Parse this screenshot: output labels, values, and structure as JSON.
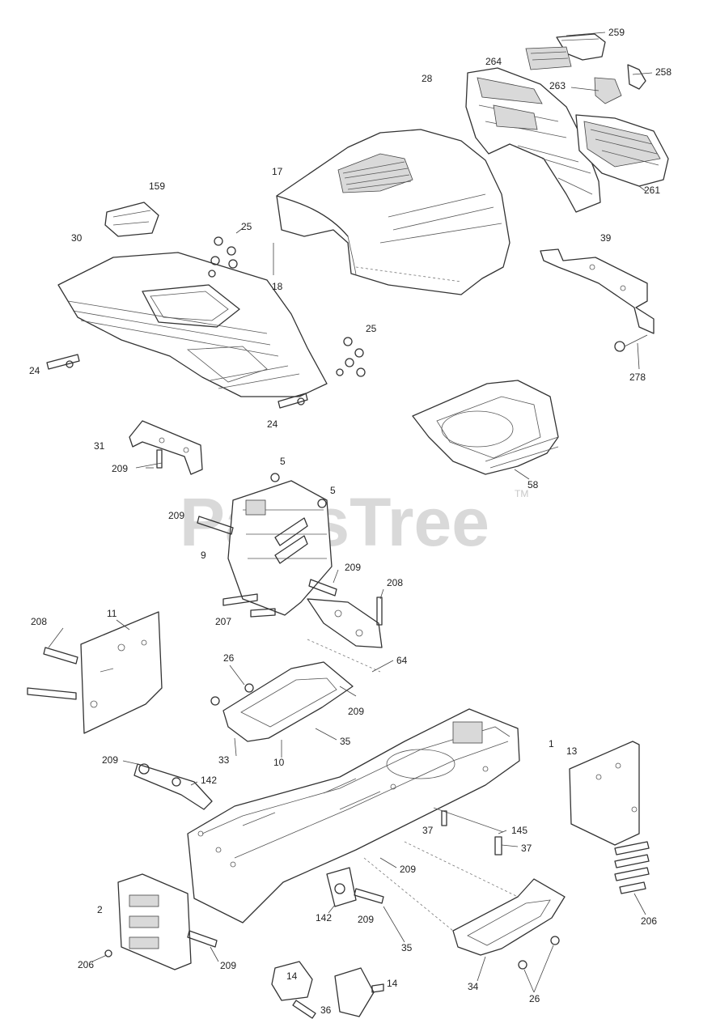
{
  "watermark": {
    "text": "PartsTree",
    "trademark": "TM"
  },
  "callouts": [
    {
      "id": "c259",
      "label": "259"
    },
    {
      "id": "c264",
      "label": "264"
    },
    {
      "id": "c258",
      "label": "258"
    },
    {
      "id": "c28",
      "label": "28"
    },
    {
      "id": "c263",
      "label": "263"
    },
    {
      "id": "c261",
      "label": "261"
    },
    {
      "id": "c17",
      "label": "17"
    },
    {
      "id": "c159",
      "label": "159"
    },
    {
      "id": "c30",
      "label": "30"
    },
    {
      "id": "c25a",
      "label": "25"
    },
    {
      "id": "c18",
      "label": "18"
    },
    {
      "id": "c39",
      "label": "39"
    },
    {
      "id": "c278",
      "label": "278"
    },
    {
      "id": "c24a",
      "label": "24"
    },
    {
      "id": "c25b",
      "label": "25"
    },
    {
      "id": "c24b",
      "label": "24"
    },
    {
      "id": "c31",
      "label": "31"
    },
    {
      "id": "c209a",
      "label": "209"
    },
    {
      "id": "c58",
      "label": "58"
    },
    {
      "id": "c5a",
      "label": "5"
    },
    {
      "id": "c5b",
      "label": "5"
    },
    {
      "id": "c209b",
      "label": "209"
    },
    {
      "id": "c9",
      "label": "9"
    },
    {
      "id": "c209c",
      "label": "209"
    },
    {
      "id": "c208a",
      "label": "208"
    },
    {
      "id": "c207",
      "label": "207"
    },
    {
      "id": "c208b",
      "label": "208"
    },
    {
      "id": "c11",
      "label": "11"
    },
    {
      "id": "c64",
      "label": "64"
    },
    {
      "id": "c26a",
      "label": "26"
    },
    {
      "id": "c209d",
      "label": "209"
    },
    {
      "id": "c35a",
      "label": "35"
    },
    {
      "id": "c33",
      "label": "33"
    },
    {
      "id": "c10",
      "label": "10"
    },
    {
      "id": "c1",
      "label": "1"
    },
    {
      "id": "c13",
      "label": "13"
    },
    {
      "id": "c209e",
      "label": "209"
    },
    {
      "id": "c142a",
      "label": "142"
    },
    {
      "id": "c145",
      "label": "145"
    },
    {
      "id": "c37a",
      "label": "37"
    },
    {
      "id": "c37b",
      "label": "37"
    },
    {
      "id": "c209f",
      "label": "209"
    },
    {
      "id": "c2",
      "label": "2"
    },
    {
      "id": "c142b",
      "label": "142"
    },
    {
      "id": "c209g",
      "label": "209"
    },
    {
      "id": "c206a",
      "label": "206"
    },
    {
      "id": "c35b",
      "label": "35"
    },
    {
      "id": "c206b",
      "label": "206"
    },
    {
      "id": "c209h",
      "label": "209"
    },
    {
      "id": "c14a",
      "label": "14"
    },
    {
      "id": "c14b",
      "label": "14"
    },
    {
      "id": "c34",
      "label": "34"
    },
    {
      "id": "c26b",
      "label": "26"
    },
    {
      "id": "c36",
      "label": "36"
    }
  ]
}
